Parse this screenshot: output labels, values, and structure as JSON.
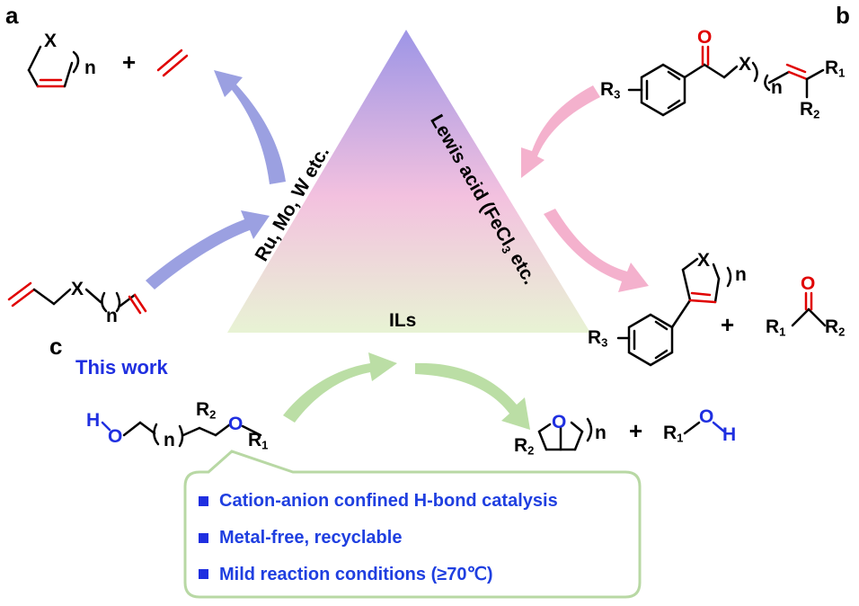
{
  "panel_labels": {
    "a": "a",
    "b": "b",
    "c": "c"
  },
  "triangle": {
    "left_side_text": "Ru, Mo, W etc.",
    "right_side_text_pre": "Lewis acid (FeCl",
    "right_side_text_sub": "3",
    "right_side_text_post": " etc.",
    "bottom_text": "ILs"
  },
  "panel_a": {
    "reactant_X": "X",
    "reactant_n": "n",
    "product_X": "X",
    "product_n": "n",
    "plus": "+"
  },
  "panel_b": {
    "ketone_O": "O",
    "ketone_X": "X",
    "ketone_n": "n",
    "ketone_R1": "R",
    "ketone_R1_sub": "1",
    "ketone_R2": "R",
    "ketone_R2_sub": "2",
    "ketone_R3": "R",
    "ketone_R3_sub": "3",
    "product_X": "X",
    "product_n": "n",
    "product_R3": "R",
    "product_R3_sub": "3",
    "plus": "+",
    "coproduct_O": "O",
    "coproduct_R1": "R",
    "coproduct_R1_sub": "1",
    "coproduct_R2": "R",
    "coproduct_R2_sub": "2"
  },
  "panel_c": {
    "this_work": "This work",
    "reactant_H": "H",
    "reactant_O1": "O",
    "reactant_n": "n",
    "reactant_R2": "R",
    "reactant_R2_sub": "2",
    "reactant_O2": "O",
    "reactant_R1": "R",
    "reactant_R1_sub": "1",
    "product_O": "O",
    "product_n": "n",
    "product_R2": "R",
    "product_R2_sub": "2",
    "plus": "+",
    "coproduct_R1": "R",
    "coproduct_R1_sub": "1",
    "coproduct_O": "O",
    "coproduct_H": "H"
  },
  "features": [
    "Cation-anion confined H-bond catalysis",
    "Metal-free, recyclable",
    "Mild reaction conditions (≥70℃)"
  ],
  "colors": {
    "blue_arrow": "#8a8fdc",
    "pink_arrow": "#f3a9c8",
    "green_arrow": "#b7dca0",
    "highlight_red": "#e00000",
    "text_blue": "#1f2fe0",
    "box_border": "#b8d8a4",
    "triangle_top": "#9d95e6",
    "triangle_mid": "#f3c1df",
    "triangle_bottom": "#e8f3d4"
  }
}
